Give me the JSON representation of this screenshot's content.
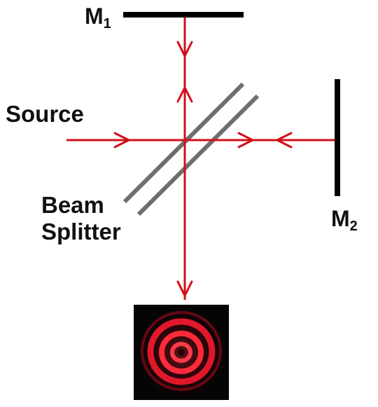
{
  "diagram": {
    "labels": {
      "mirror1": {
        "text": "M",
        "sub": "1"
      },
      "mirror2": {
        "text": "M",
        "sub": "2"
      },
      "source": "Source",
      "beam_splitter_line1": "Beam",
      "beam_splitter_line2": "Splitter"
    },
    "colors": {
      "beam": "#d0101a",
      "mirror": "#000000",
      "splitter": "#6e6e6e",
      "screen": "#050505",
      "fringe": "#ff2a3a",
      "text": "#111111"
    }
  }
}
